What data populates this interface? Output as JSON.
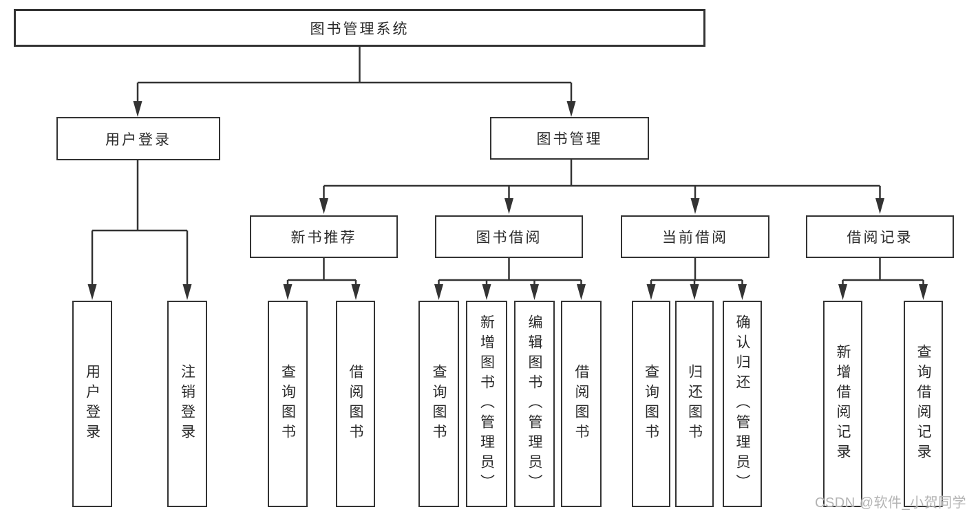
{
  "colors": {
    "line": "#333333",
    "box_border": "#333333",
    "text": "#2b2b2b",
    "background": "#ffffff",
    "watermark": "#b3b3b3"
  },
  "diagram": {
    "root": {
      "label": "图书管理系统"
    },
    "branches": [
      {
        "label": "用户登录",
        "children": [
          {
            "label": "用户登录"
          },
          {
            "label": "注销登录"
          }
        ]
      },
      {
        "label": "图书管理",
        "children": [
          {
            "label": "新书推荐",
            "children": [
              {
                "label": "查询图书"
              },
              {
                "label": "借阅图书"
              }
            ]
          },
          {
            "label": "图书借阅",
            "children": [
              {
                "label": "查询图书"
              },
              {
                "label": "新增图书（管理员）"
              },
              {
                "label": "编辑图书（管理员）"
              },
              {
                "label": "借阅图书"
              }
            ]
          },
          {
            "label": "当前借阅",
            "children": [
              {
                "label": "查询图书"
              },
              {
                "label": "归还图书"
              },
              {
                "label": "确认归还（管理员）"
              }
            ]
          },
          {
            "label": "借阅记录",
            "children": [
              {
                "label": "新增借阅记录"
              },
              {
                "label": "查询借阅记录"
              }
            ]
          }
        ]
      }
    ]
  },
  "watermark": {
    "text": "CSDN @软件_小贺同学"
  }
}
